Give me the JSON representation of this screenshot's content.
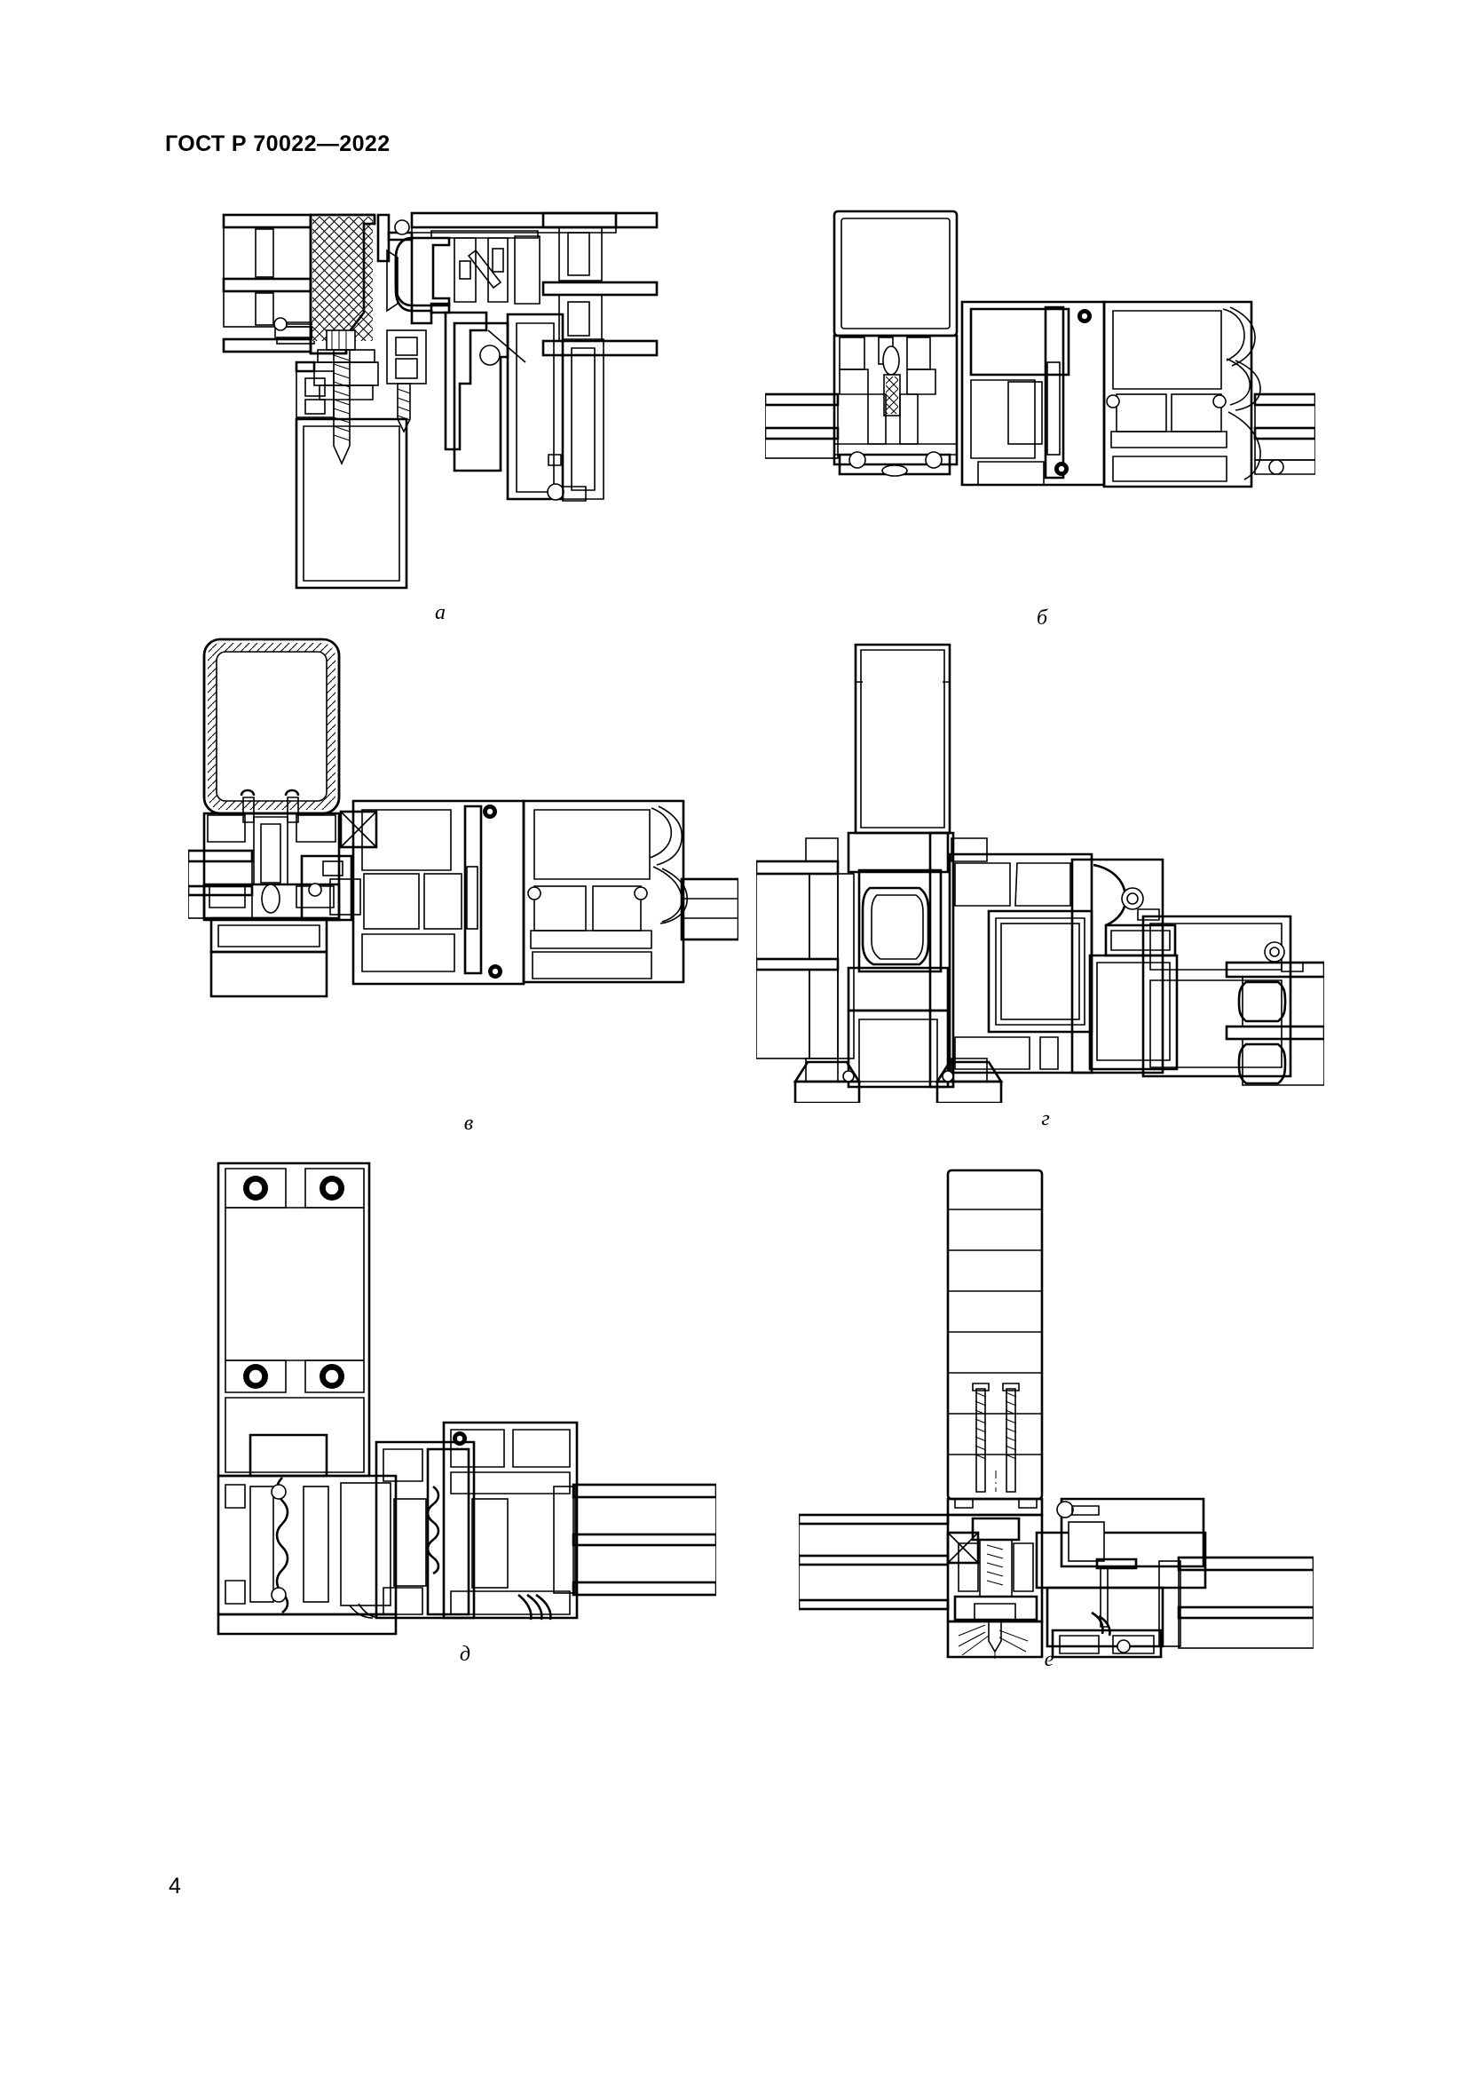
{
  "document": {
    "standard_number": "ГОСТ Р 70022—2022",
    "page_number": "4"
  },
  "figures": [
    {
      "id": "a",
      "label": "а",
      "caption_position": "below-center",
      "description": "vertical-section-curtain-wall-post-with-opening-sash"
    },
    {
      "id": "b",
      "label": "б",
      "caption_position": "below-center",
      "description": "horizontal-section-aluminium-frame-with-thermal-break"
    },
    {
      "id": "v",
      "label": "в",
      "caption_position": "below-center",
      "description": "horizontal-section-box-mullion-with-double-glazing"
    },
    {
      "id": "g",
      "label": "г",
      "caption_position": "below-center",
      "description": "horizontal-section-structural-glazing-mullion-joint"
    },
    {
      "id": "d",
      "label": "д",
      "caption_position": "below-center",
      "description": "horizontal-section-composite-post-with-insulating-glass-unit"
    },
    {
      "id": "e",
      "label": "е",
      "caption_position": "below-center",
      "description": "horizontal-section-timber-frame-fixing-with-screws"
    }
  ],
  "colors": {
    "line": "#000000",
    "page_background": "#ffffff"
  }
}
